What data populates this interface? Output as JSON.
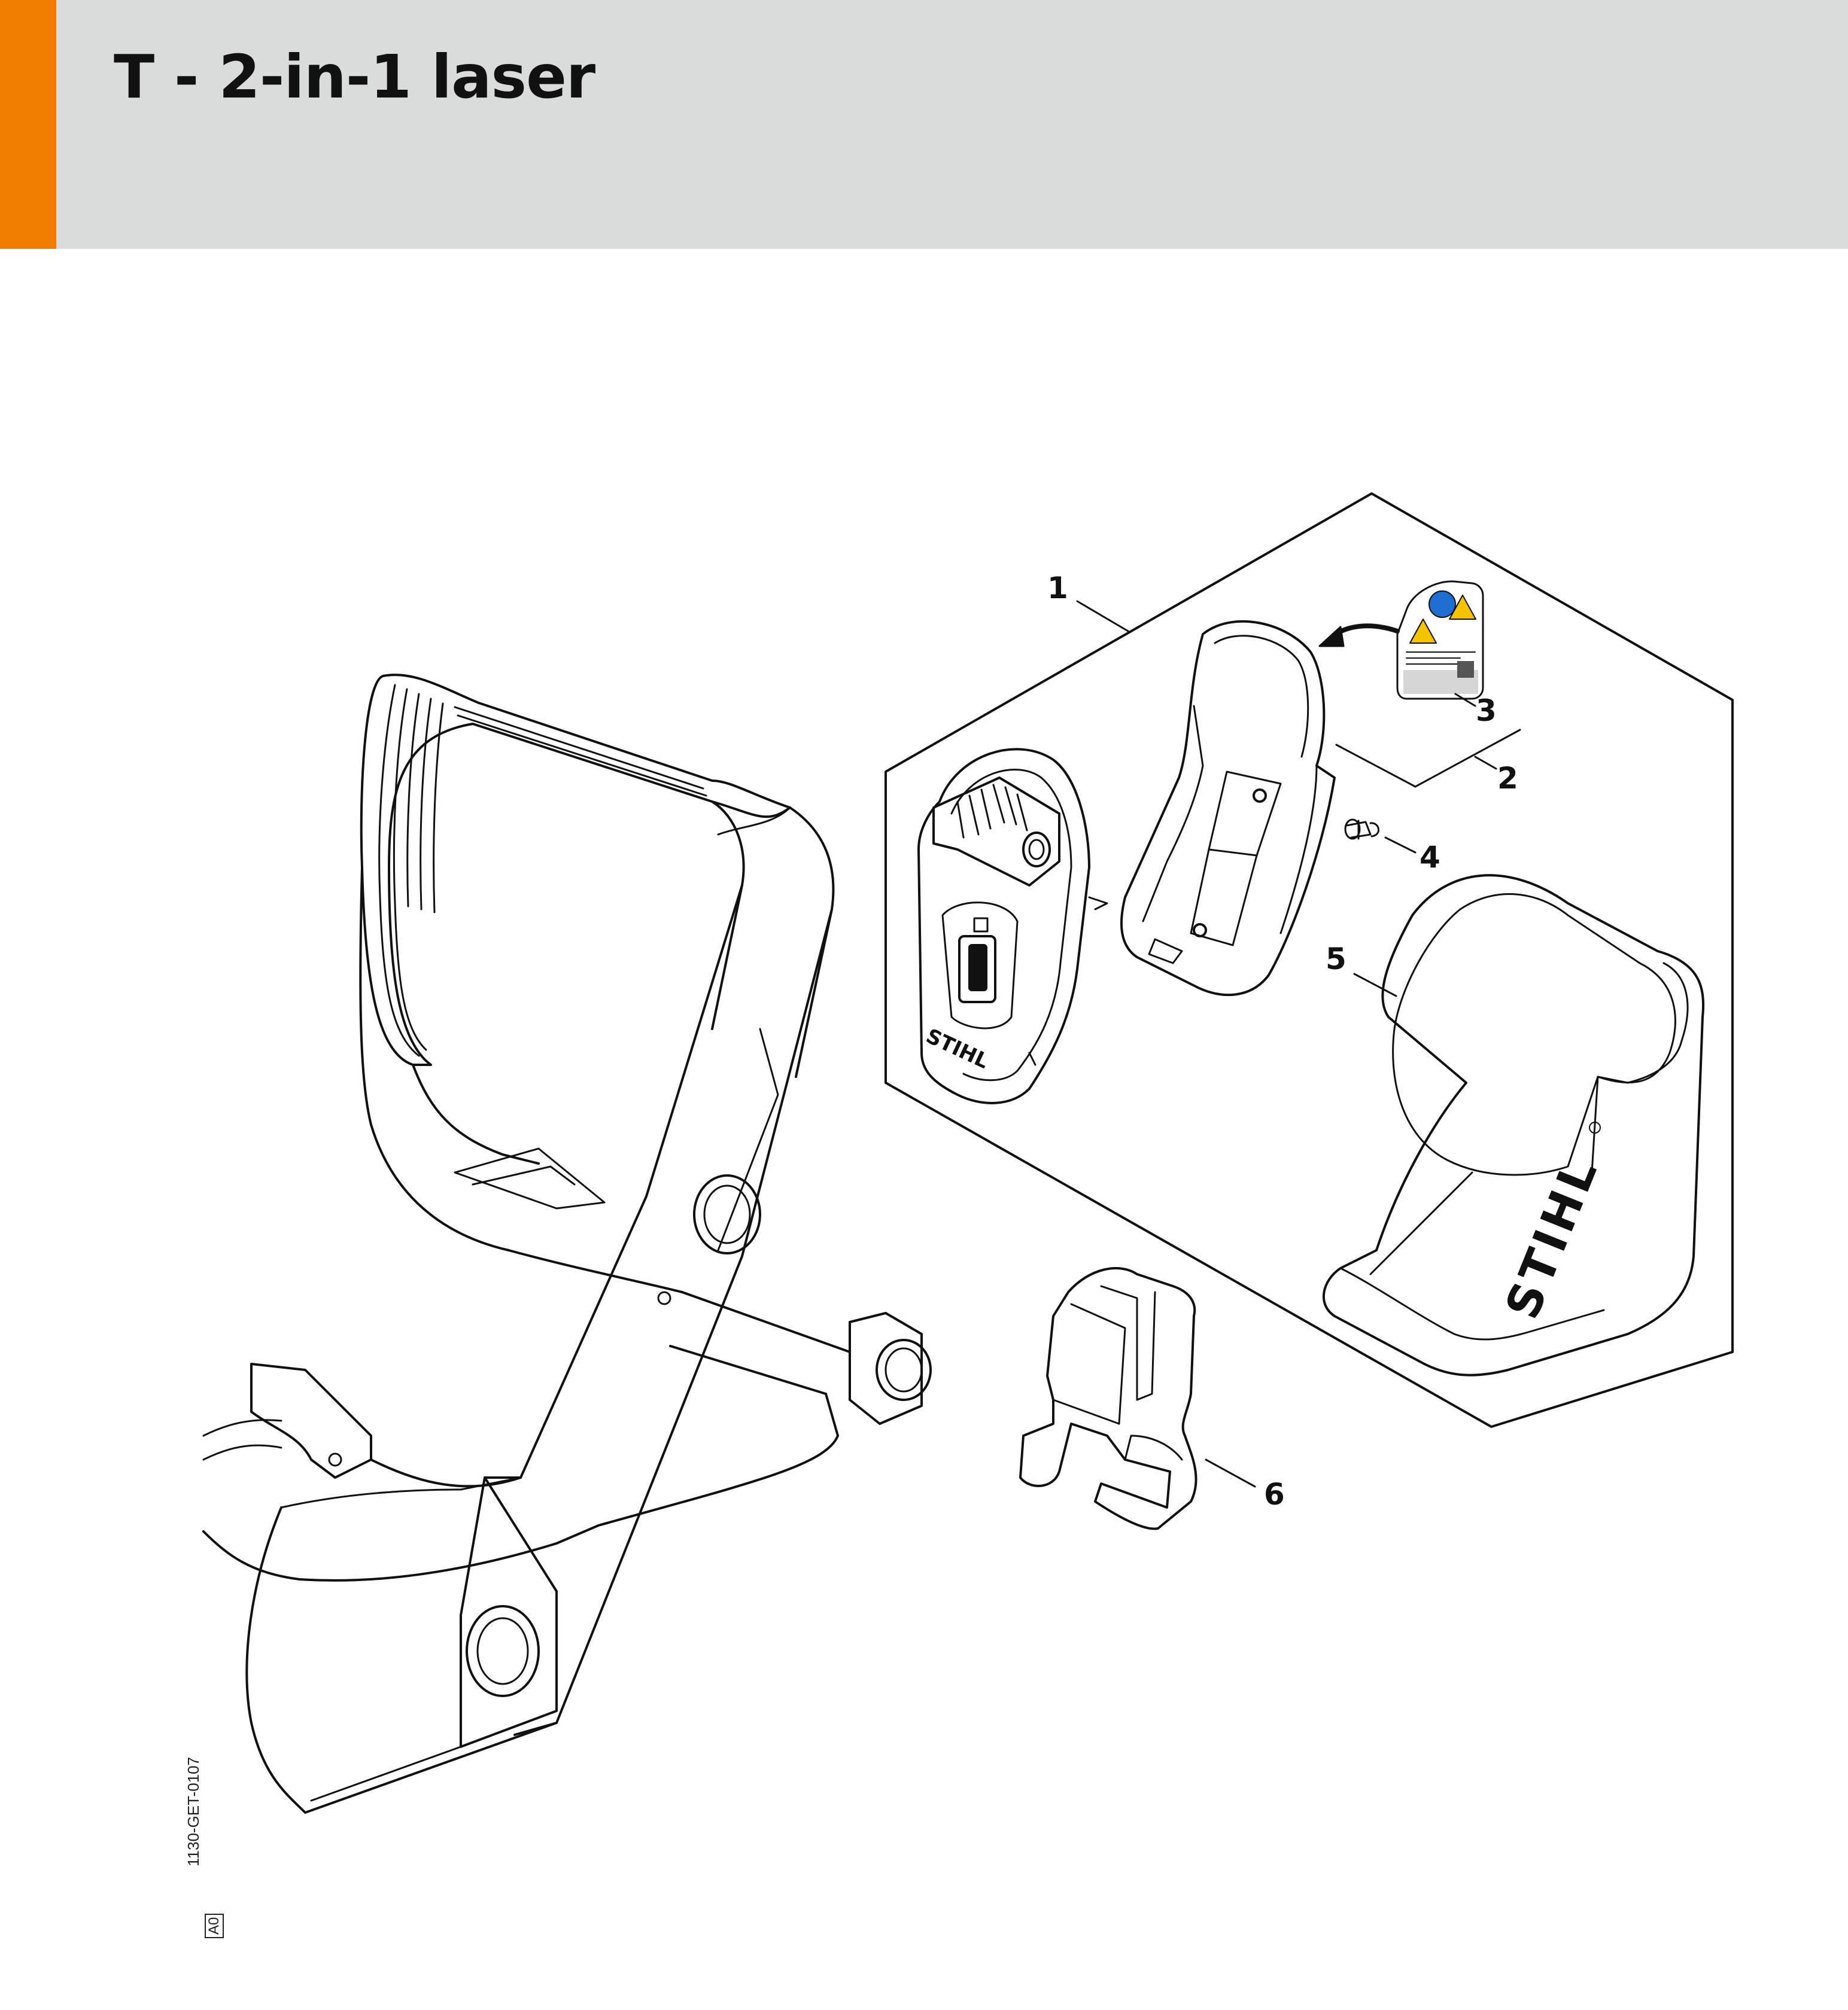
{
  "page": {
    "title": "T - 2-in-1 laser"
  },
  "colors": {
    "accent": "#f07c00",
    "header_bg": "#dadcdb",
    "line": "#111111",
    "warning_yellow": "#f4c400",
    "info_blue": "#1f6fd0"
  },
  "callouts": [
    {
      "number": "1"
    },
    {
      "number": "2"
    },
    {
      "number": "3"
    },
    {
      "number": "4"
    },
    {
      "number": "5"
    },
    {
      "number": "6"
    }
  ],
  "brand_marks": {
    "housing_logo": "STIHL",
    "cover_logo": "STIHL"
  },
  "drawing_code": "1130-GET-0107",
  "revision": "A0"
}
